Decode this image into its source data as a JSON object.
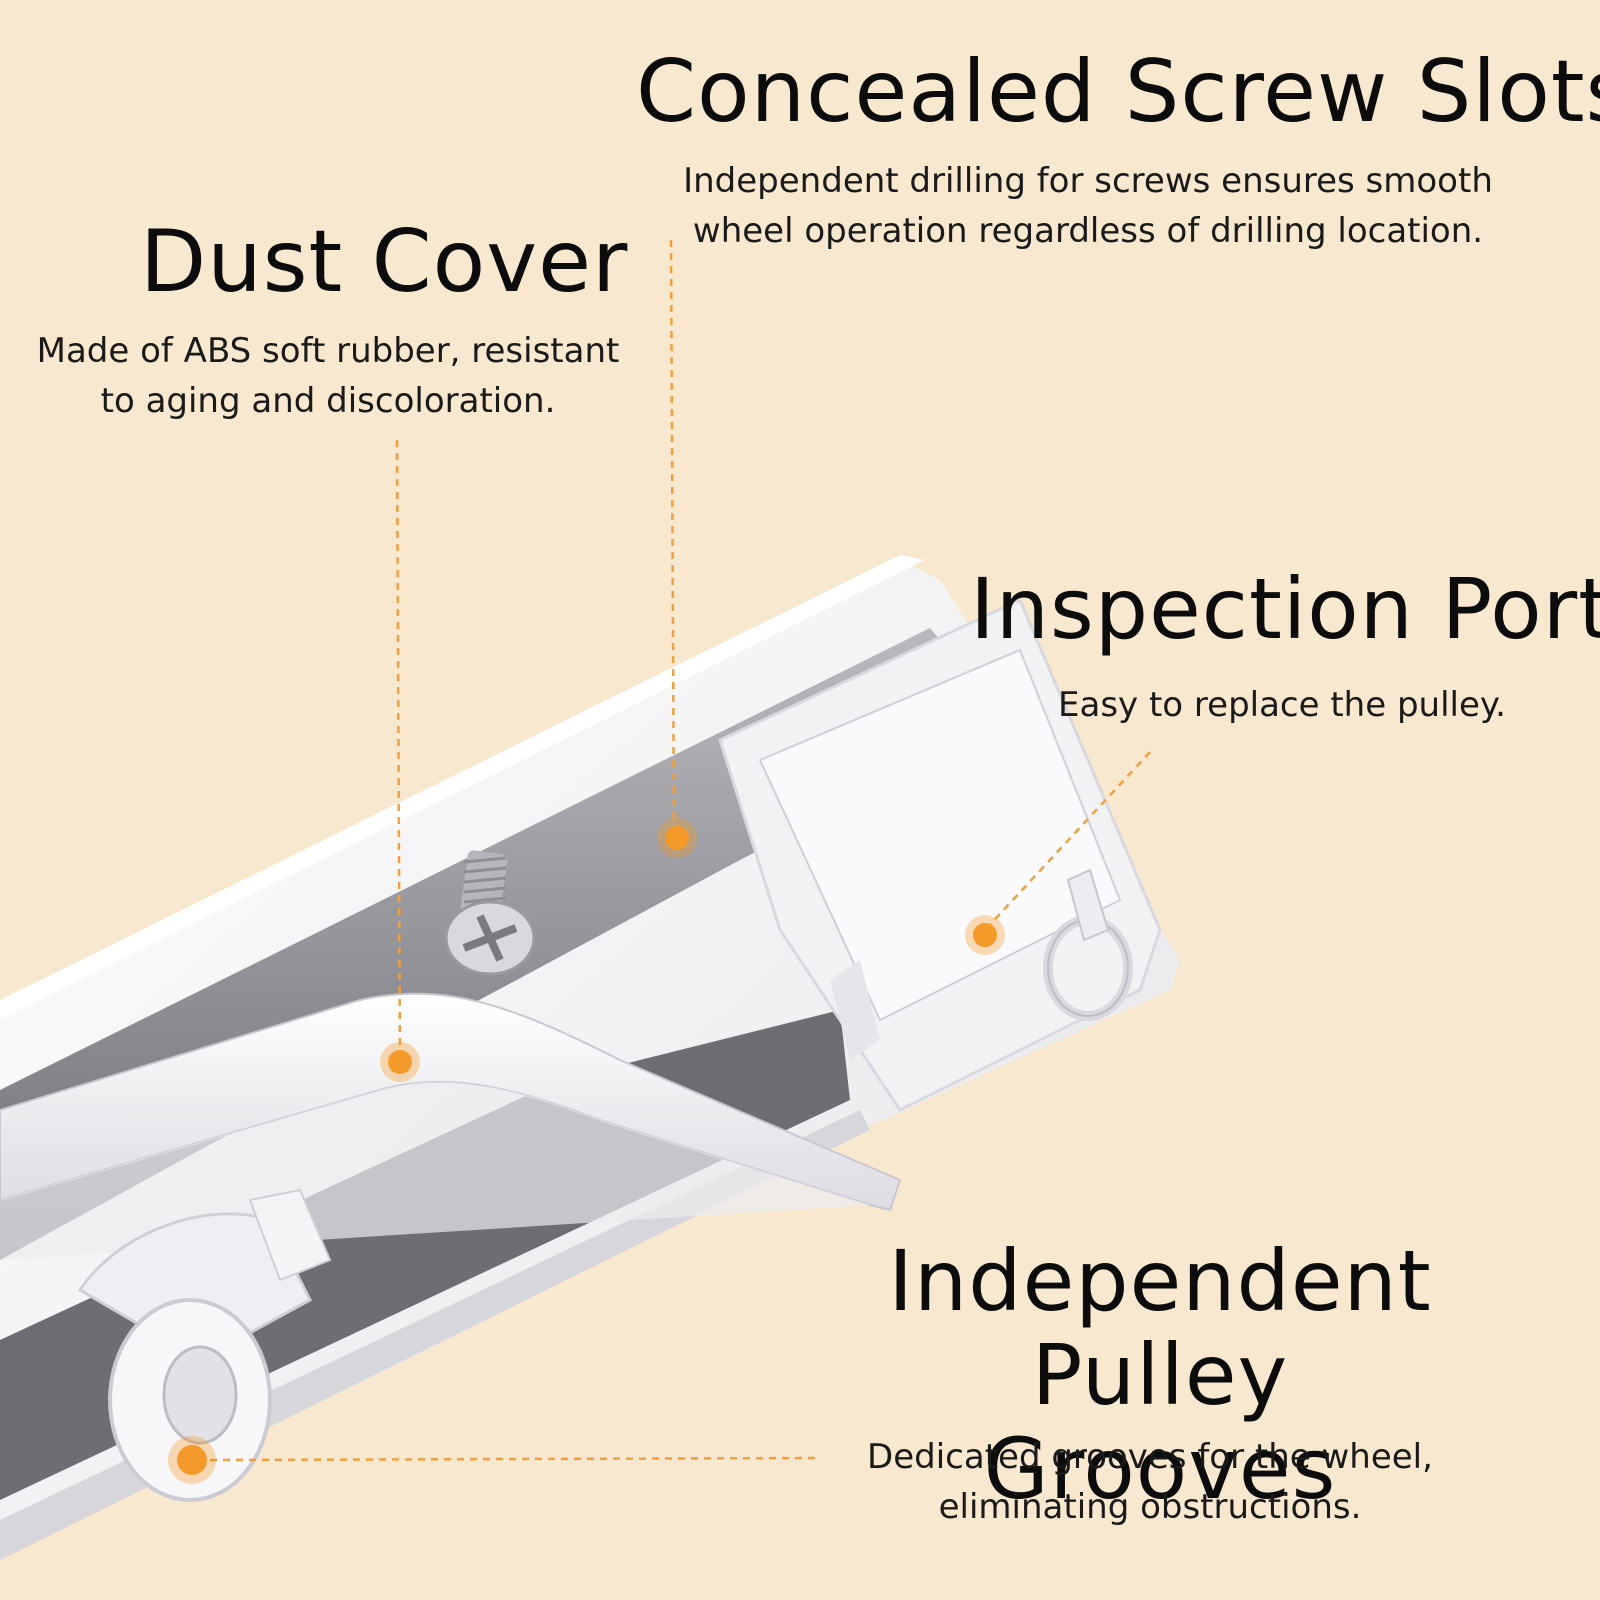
{
  "colors": {
    "background": "#f8e8cf",
    "callout_dot": "#f39a2a",
    "leader_line": "#f0a040",
    "product_white": "#f7f7f8",
    "product_channel": "#8c8c93"
  },
  "callouts": {
    "screw_slots": {
      "title": "Concealed Screw Slots",
      "desc_line1": "Independent drilling for screws ensures smooth",
      "desc_line2": "wheel operation regardless of drilling location."
    },
    "dust_cover": {
      "title": "Dust Cover",
      "desc_line1": "Made of ABS soft rubber, resistant",
      "desc_line2": "to aging and discoloration."
    },
    "inspection_port": {
      "title": "Inspection Port",
      "desc_line1": "Easy to replace the pulley."
    },
    "pulley_grooves": {
      "title_line1": "Independent Pulley",
      "title_line2": "Grooves",
      "desc_line1": "Dedicated grooves for the wheel,",
      "desc_line2": "eliminating obstructions."
    }
  }
}
